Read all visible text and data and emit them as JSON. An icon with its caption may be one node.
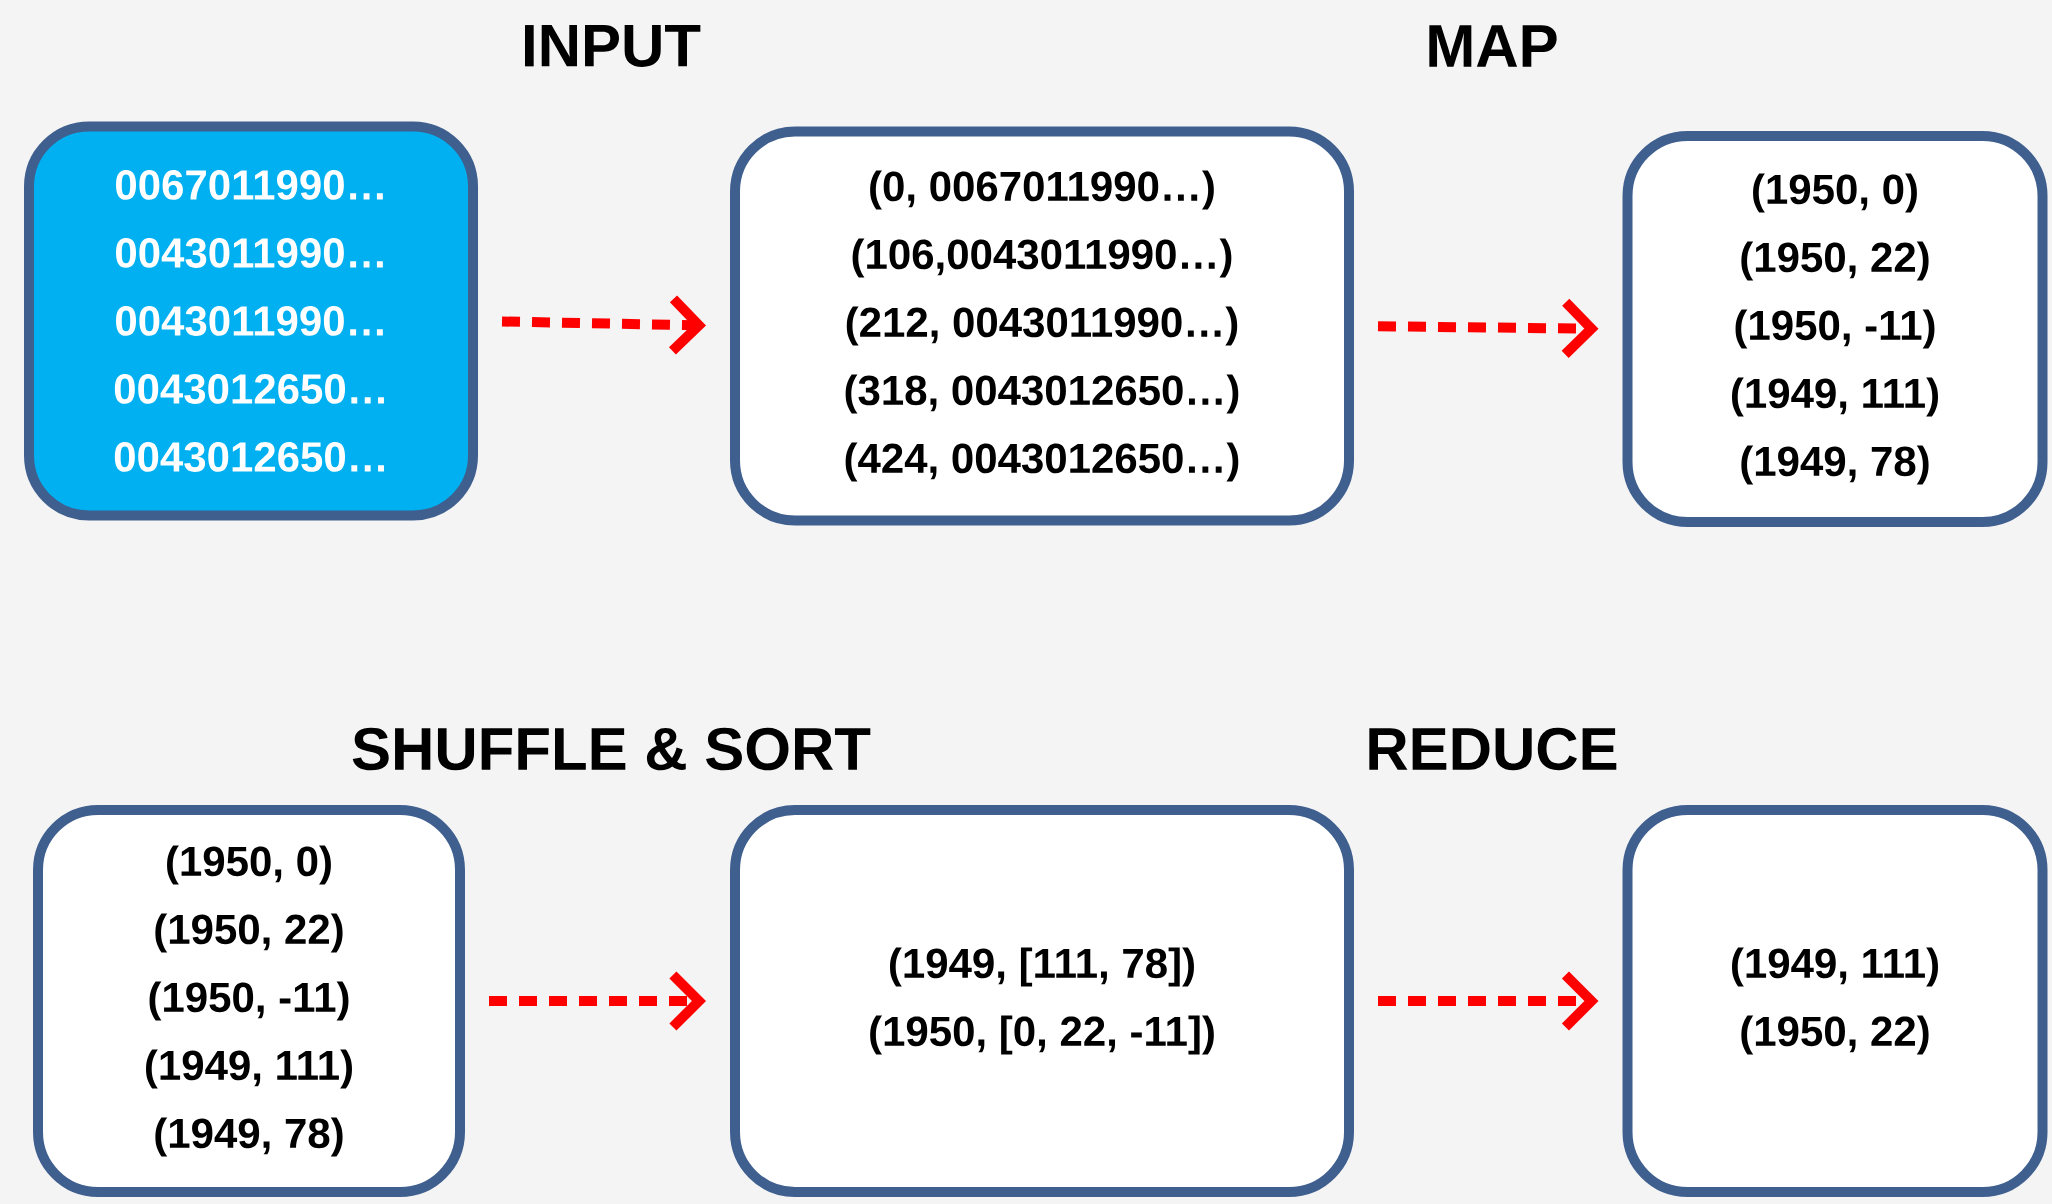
{
  "diagram": {
    "nodes": [
      {
        "text": [
          "0067011990…",
          "0043011990…",
          "0043011990…",
          "0043012650…",
          "0043012650…"
        ]
      },
      {
        "text": [
          "(0, 0067011990…)",
          "(106,0043011990…)",
          "(212, 0043011990…)",
          "(318, 0043012650…)",
          "(424, 0043012650…)"
        ]
      },
      {
        "text": [
          "(1950, 0)",
          "(1950, 22)",
          "(1950, -11)",
          "(1949, 111)",
          "(1949, 78)"
        ]
      },
      {
        "text": [
          "(1950, 0)",
          "(1950, 22)",
          "(1950, -11)",
          "(1949, 111)",
          "(1949, 78)"
        ]
      },
      {
        "text": [
          "(1949, [111, 78])",
          "(1950, [0, 22, -11])"
        ]
      },
      {
        "text": [
          "(1949, 111)",
          "(1950, 22)"
        ]
      }
    ],
    "edges": [
      {
        "from": 0,
        "to": 1,
        "arrow": "to",
        "style": "dashed"
      },
      {
        "from": 1,
        "to": 2,
        "arrow": "to",
        "style": "dashed"
      },
      {
        "from": 3,
        "to": 4,
        "arrow": "to",
        "style": "dashed"
      },
      {
        "from": 4,
        "to": 5,
        "arrow": "to",
        "style": "dashed"
      }
    ],
    "labels": [
      "INPUT",
      "MAP",
      "SHUFFLE & SORT",
      "REDUCE"
    ]
  }
}
